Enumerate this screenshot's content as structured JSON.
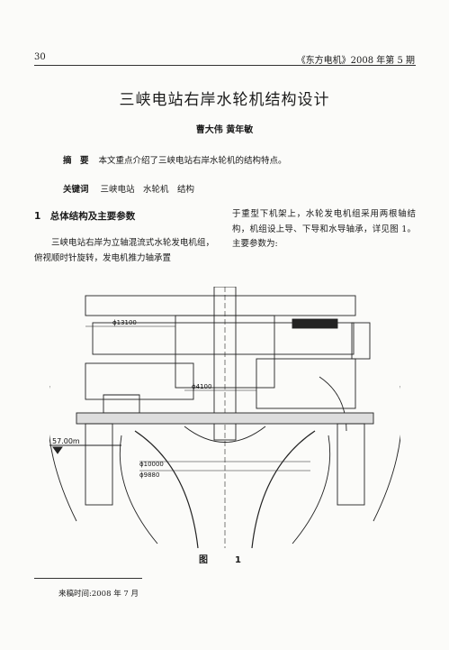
{
  "header": {
    "page_number": "30",
    "journal": "《东方电机》2008 年第 5 期"
  },
  "article": {
    "title": "三峡电站右岸水轮机结构设计",
    "authors": "曹大伟    黄年敏",
    "abstract_label": "摘　要",
    "abstract_text": "本文重点介绍了三峡电站右岸水轮机的结构特点。",
    "keywords_label": "关键词",
    "keywords_text": "三峡电站　水轮机　结构"
  },
  "section1": {
    "heading": "1　总体结构及主要参数",
    "left_para": "三峡电站右岸为立轴混流式水轮发电机组，俯视顺时针旋转，发电机推力轴承置",
    "right_para": "于重型下机架上，水轮发电机组采用两根轴结构，机组设上导、下导和水导轴承，详见图 1。主要参数为:"
  },
  "figure": {
    "caption": "图　1",
    "labels": {
      "d1": "ϕ13100",
      "d2": "ϕ4100",
      "level": "57.00m",
      "d3": "ϕ10000",
      "d4": "ϕ9880"
    }
  },
  "footnote": "来稿时间:2008 年 7 月"
}
